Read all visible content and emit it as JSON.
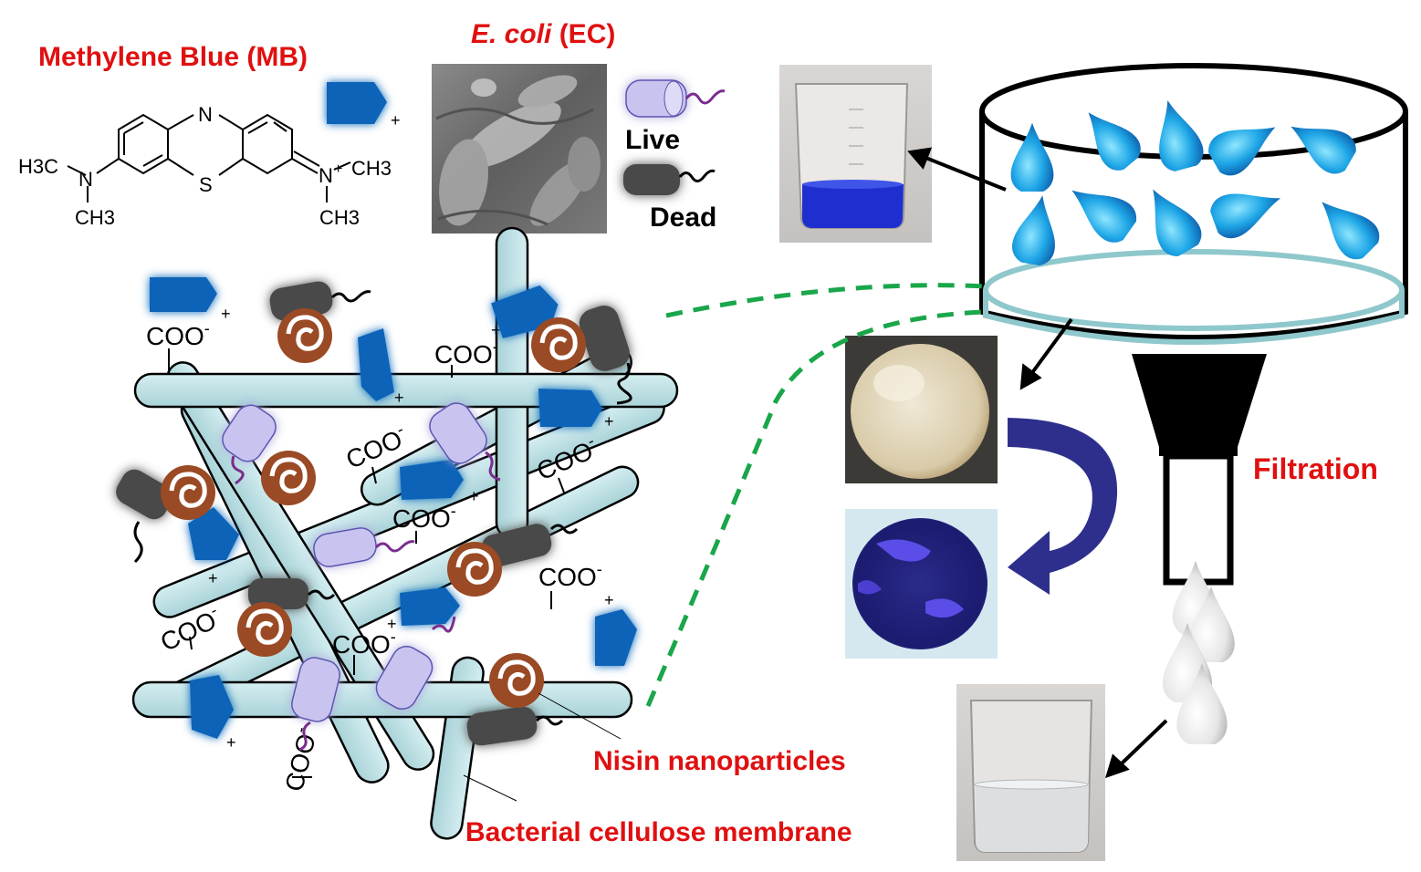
{
  "titles": {
    "methylene_blue": "Methylene Blue (MB)",
    "ecoli_italic": "E. coli",
    "ecoli_abbr": " (EC)"
  },
  "legend": {
    "live": "Live",
    "dead": "Dead",
    "mb_charge": "+"
  },
  "molecule": {
    "n_ring": "N",
    "s_ring": "S",
    "left_n": "N",
    "left_ch3_top": "H3C",
    "left_ch3_bottom": "CH3",
    "right_n": "N",
    "right_charge": "+",
    "right_ch3_top": "CH3",
    "right_ch3_bottom": "CH3"
  },
  "labels": {
    "filtration": "Filtration",
    "nisin": "Nisin nanoparticles",
    "membrane": "Bacterial cellulose membrane"
  },
  "groups": {
    "carboxylate": "COO",
    "minus": "-",
    "plus": "+"
  },
  "colors": {
    "title_red": "#e01010",
    "mb_blue": "#0b64b8",
    "fiber_fill": "#bfe0e4",
    "nisin_brown": "#9a4a24",
    "live_lavender": "#c9c4ef",
    "dead_gray": "#4a4a4a",
    "dashed_green": "#1aa64a",
    "arrow_navy": "#2e2f8c",
    "filter_ring": "#8fc8cc"
  }
}
